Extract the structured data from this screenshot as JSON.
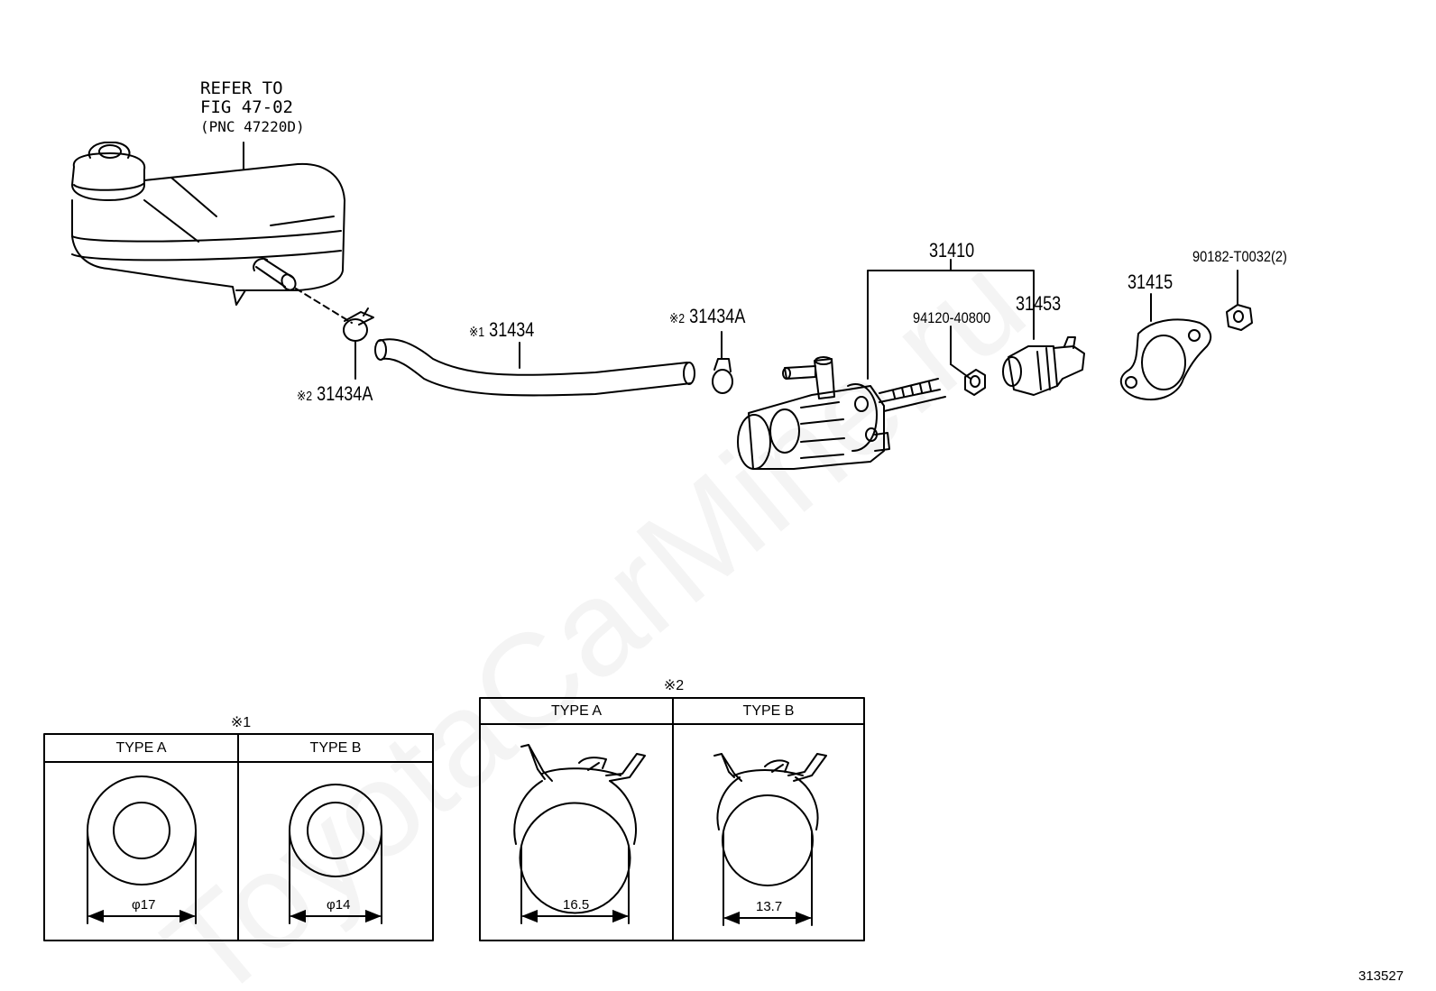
{
  "watermark": "ToyotaCarMine.ru",
  "figure_id": "313527",
  "reservoir_note": {
    "line1": "REFER TO",
    "line2": "FIG 47-02",
    "line3": "(PNC 47220D)"
  },
  "parts": {
    "hose": {
      "mark": "※1",
      "number": "31434"
    },
    "clamp_left": {
      "mark": "※2",
      "number": "31434A"
    },
    "clamp_right": {
      "mark": "※2",
      "number": "31434A"
    },
    "master_cylinder": "31410",
    "nut_small": "94120-40800",
    "boot": "31453",
    "gasket": "31415",
    "nut": "90182-T0032(2)"
  },
  "table_hose": {
    "mark": "※1",
    "col_a": "TYPE A",
    "col_b": "TYPE B",
    "dim_a": "φ17",
    "dim_b": "φ14"
  },
  "table_clamp": {
    "mark": "※2",
    "col_a": "TYPE A",
    "col_b": "TYPE B",
    "dim_a": "16.5",
    "dim_b": "13.7"
  }
}
